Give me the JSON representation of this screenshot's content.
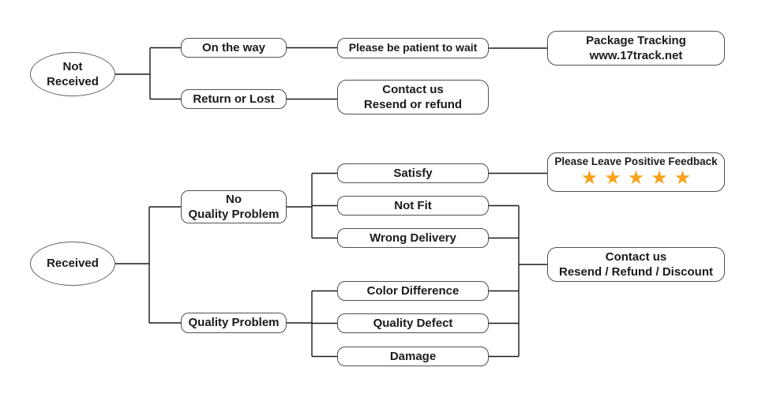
{
  "colors": {
    "background": "#ffffff",
    "line": "#1a1a1a",
    "node_border": "#4f4f4f",
    "text": "#1b1b1b",
    "star": "#F7A11C"
  },
  "nodes": {
    "not_received": {
      "label": "Not\nReceived"
    },
    "on_the_way": {
      "label": "On the way"
    },
    "please_be_patient": {
      "label": "Please be patient to wait"
    },
    "package_tracking": {
      "label": "Package Tracking\nwww.17track.net"
    },
    "return_or_lost": {
      "label": "Return or Lost"
    },
    "contact_us_top": {
      "label": "Contact us\nResend or refund"
    },
    "received": {
      "label": "Received"
    },
    "no_quality_problem": {
      "label": "No\nQuality Problem"
    },
    "quality_problem": {
      "label": "Quality Problem"
    },
    "satisfy": {
      "label": "Satisfy"
    },
    "not_fit": {
      "label": "Not Fit"
    },
    "wrong_delivery": {
      "label": "Wrong Delivery"
    },
    "color_difference": {
      "label": "Color Difference"
    },
    "quality_defect": {
      "label": "Quality Defect"
    },
    "damage": {
      "label": "Damage"
    },
    "positive_feedback": {
      "label": "Please Leave Positive Feedback",
      "stars": "★★★★★",
      "star_count": 5
    },
    "contact_us_bottom": {
      "label": "Contact us\nResend / Refund / Discount"
    }
  },
  "edges": [
    {
      "from": "not_received",
      "to": "on_the_way"
    },
    {
      "from": "not_received",
      "to": "return_or_lost"
    },
    {
      "from": "on_the_way",
      "to": "please_be_patient"
    },
    {
      "from": "please_be_patient",
      "to": "package_tracking"
    },
    {
      "from": "return_or_lost",
      "to": "contact_us_top"
    },
    {
      "from": "received",
      "to": "no_quality_problem"
    },
    {
      "from": "received",
      "to": "quality_problem"
    },
    {
      "from": "no_quality_problem",
      "to": "satisfy"
    },
    {
      "from": "no_quality_problem",
      "to": "not_fit"
    },
    {
      "from": "no_quality_problem",
      "to": "wrong_delivery"
    },
    {
      "from": "satisfy",
      "to": "positive_feedback"
    },
    {
      "from": "not_fit",
      "to": "contact_us_bottom"
    },
    {
      "from": "wrong_delivery",
      "to": "contact_us_bottom"
    },
    {
      "from": "quality_problem",
      "to": "color_difference"
    },
    {
      "from": "quality_problem",
      "to": "quality_defect"
    },
    {
      "from": "quality_problem",
      "to": "damage"
    },
    {
      "from": "color_difference",
      "to": "contact_us_bottom"
    },
    {
      "from": "quality_defect",
      "to": "contact_us_bottom"
    },
    {
      "from": "damage",
      "to": "contact_us_bottom"
    }
  ]
}
